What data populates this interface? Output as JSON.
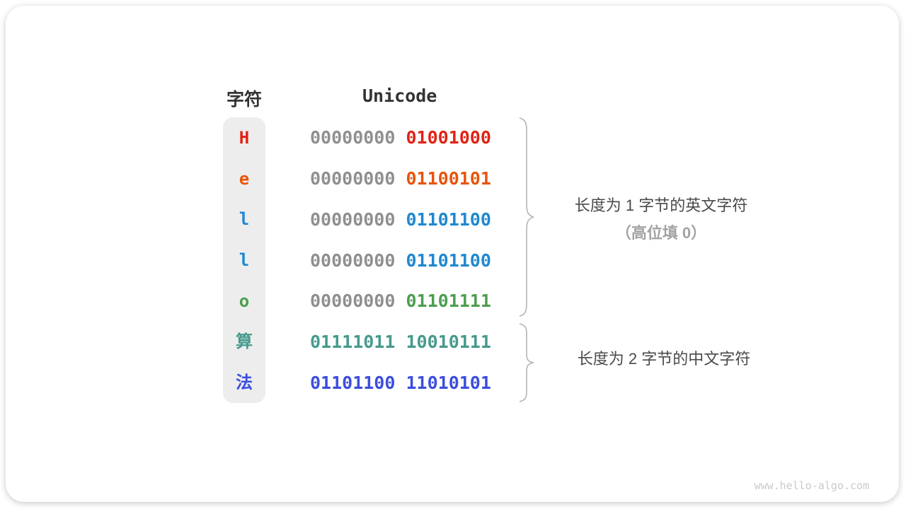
{
  "table": {
    "char_header": "字符",
    "unicode_header": "Unicode",
    "rows": [
      {
        "char": "H",
        "color": "#e02318",
        "byte1": "00000000",
        "byte1_color": "#8f8f8f",
        "byte2": "01001000",
        "byte2_color": "#e02318"
      },
      {
        "char": "e",
        "color": "#e8540c",
        "byte1": "00000000",
        "byte1_color": "#8f8f8f",
        "byte2": "01100101",
        "byte2_color": "#e8540c"
      },
      {
        "char": "l",
        "color": "#1e88d0",
        "byte1": "00000000",
        "byte1_color": "#8f8f8f",
        "byte2": "01101100",
        "byte2_color": "#1e88d0"
      },
      {
        "char": "l",
        "color": "#1e88d0",
        "byte1": "00000000",
        "byte1_color": "#8f8f8f",
        "byte2": "01101100",
        "byte2_color": "#1e88d0"
      },
      {
        "char": "o",
        "color": "#4d9e4f",
        "byte1": "00000000",
        "byte1_color": "#8f8f8f",
        "byte2": "01101111",
        "byte2_color": "#4d9e4f"
      },
      {
        "char": "算",
        "color": "#459a8d",
        "byte1": "01111011",
        "byte1_color": "#459a8d",
        "byte2": "10010111",
        "byte2_color": "#459a8d"
      },
      {
        "char": "法",
        "color": "#3b4edd",
        "byte1": "01101100",
        "byte1_color": "#3b4edd",
        "byte2": "11010101",
        "byte2_color": "#3b4edd"
      }
    ]
  },
  "annotations": {
    "group1_line1": "长度为 1 字节的英文字符",
    "group1_line2": "（高位填 0）",
    "group2_line1": "长度为 2 字节的中文字符"
  },
  "footer": "www.hello-algo.com",
  "colors": {
    "column_bg": "#ededed",
    "header_text": "#333333",
    "gray_zeros": "#8f8f8f",
    "brace": "#b4b4b4",
    "annotation_main": "#4a4a4a",
    "annotation_sub": "#a3a3a3",
    "footer_text": "#c9c9c9"
  }
}
